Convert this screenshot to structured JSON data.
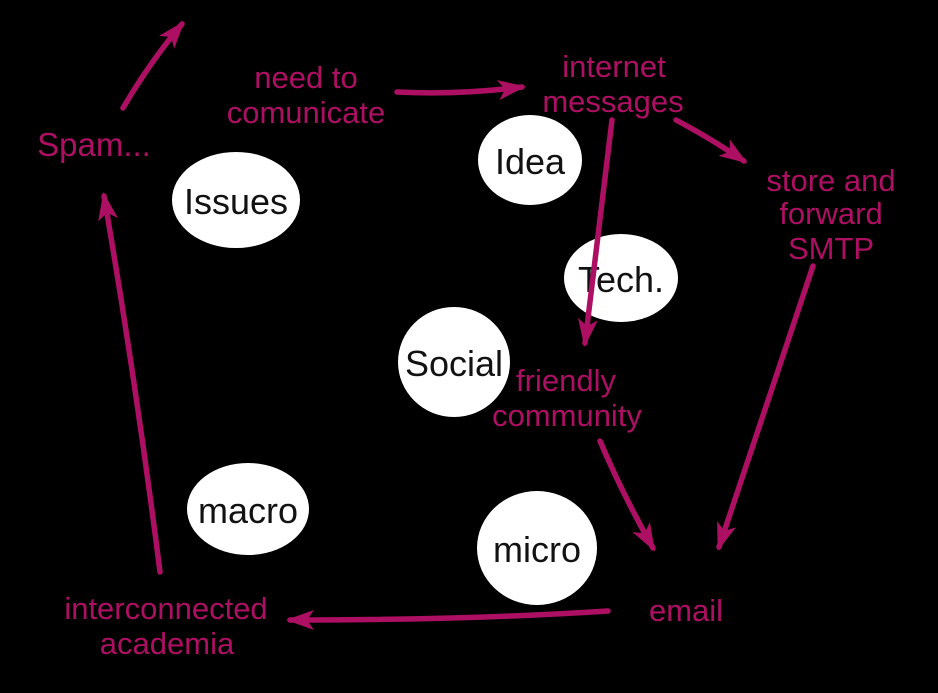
{
  "theme": {
    "background": "#000000",
    "accent": "#ad0f63",
    "node_fill": "#ffffff",
    "node_text": "#121212"
  },
  "nodes": {
    "issues": {
      "label": "Issues"
    },
    "idea": {
      "label": "Idea"
    },
    "tech": {
      "label": "Tech."
    },
    "social": {
      "label": "Social"
    },
    "macro": {
      "label": "macro"
    },
    "micro": {
      "label": "micro"
    }
  },
  "labels": {
    "spam": {
      "line1": "Spam..."
    },
    "need_to_comunicate": {
      "line1": "need to",
      "line2": "comunicate"
    },
    "internet_messages": {
      "line1": "internet",
      "line2": "messages"
    },
    "store_and_forward_smtp": {
      "line1": "store and",
      "line2": "forward",
      "line3": "SMTP"
    },
    "friendly_community": {
      "line1": "friendly",
      "line2": "community"
    },
    "email": {
      "line1": "email"
    },
    "interconnected_academia": {
      "line1": "interconnected",
      "line2": "academia"
    }
  },
  "edges": [
    {
      "from": "Spam...",
      "to": ""
    },
    {
      "from": "interconnected academia",
      "to": "Spam..."
    },
    {
      "from": "need to comunicate",
      "to": "internet messages"
    },
    {
      "from": "internet messages",
      "to": "store and forward SMTP"
    },
    {
      "from": "internet messages",
      "to": "friendly community"
    },
    {
      "from": "friendly community",
      "to": "email"
    },
    {
      "from": "store and forward SMTP",
      "to": "email"
    },
    {
      "from": "email",
      "to": "interconnected academia"
    }
  ]
}
